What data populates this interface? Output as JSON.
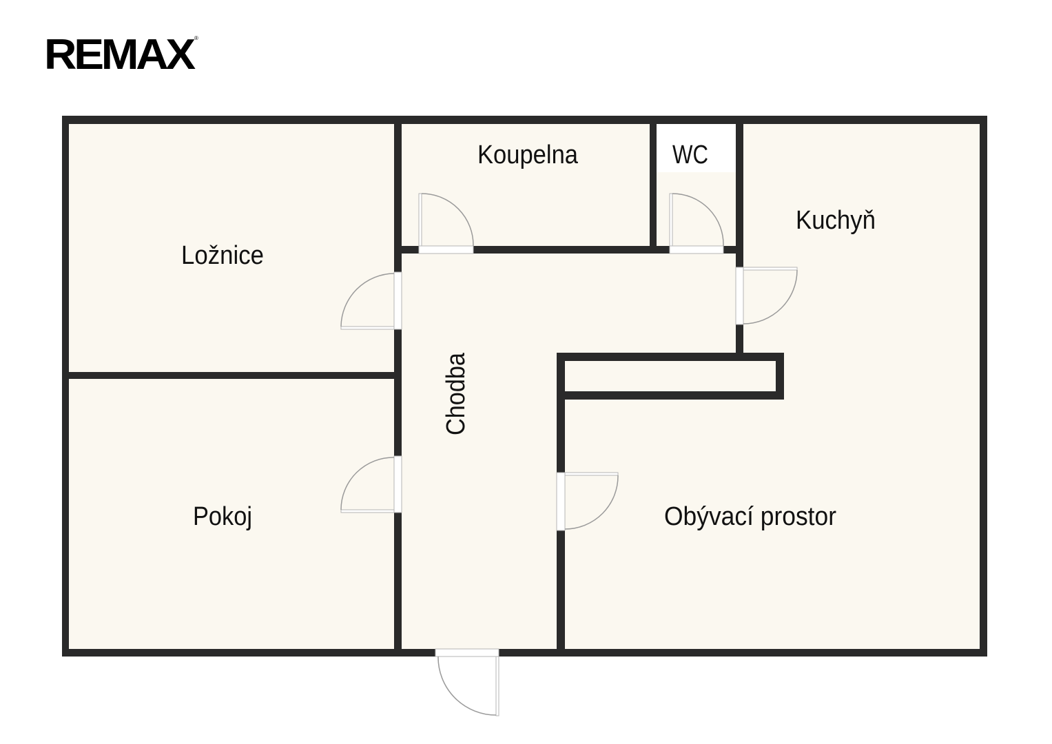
{
  "brand": {
    "logo_text": "RE/MAX"
  },
  "colors": {
    "floor": "#fbf8f0",
    "wall": "#2a2a2a",
    "wc_floor": "#ffffff"
  },
  "rooms": {
    "loznice": "Ložnice",
    "pokoj": "Pokoj",
    "koupelna": "Koupelna",
    "wc": "WC",
    "kuchyn": "Kuchyň",
    "chodba": "Chodba",
    "obyvaci": "Obývací prostor"
  }
}
